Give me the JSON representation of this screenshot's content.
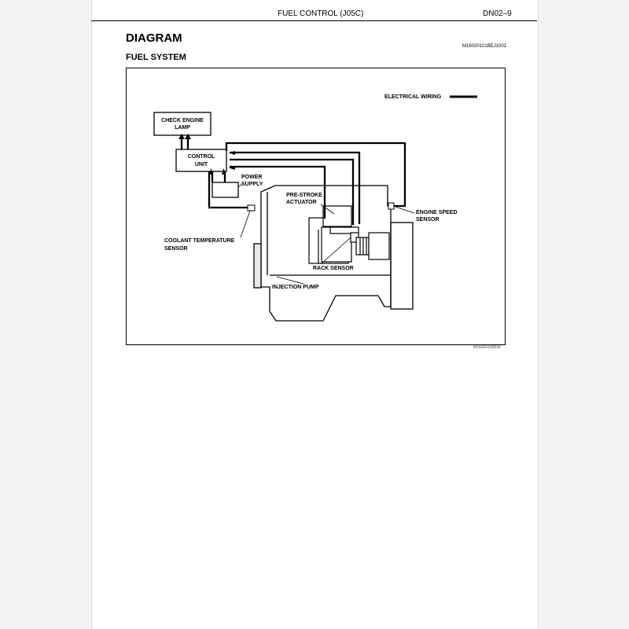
{
  "header": {
    "section_title": "FUEL CONTROL (J05C)",
    "page_number": "DN02–9"
  },
  "title": "DIAGRAM",
  "subtitle": "FUEL SYSTEM",
  "reference_code": "M16020101BEJ1001",
  "figure_code": "M16020100035",
  "diagram": {
    "legend": "ELECTRICAL WIRING",
    "labels": {
      "check_engine_lamp": [
        "CHECK ENGINE",
        "LAMP"
      ],
      "control_unit": [
        "CONTROL",
        "UNIT"
      ],
      "power_supply": [
        "POWER",
        "SUPPLY"
      ],
      "pre_stroke_actuator": [
        "PRE-STROKE",
        "ACTUATOR"
      ],
      "engine_speed_sensor": [
        "ENGINE SPEED",
        "SENSOR"
      ],
      "coolant_temperature_sensor": [
        "COOLANT TEMPERATURE",
        "SENSOR"
      ],
      "rack_sensor": [
        "RACK SENSOR"
      ],
      "injection_pump": [
        "INJECTION PUMP"
      ]
    }
  }
}
